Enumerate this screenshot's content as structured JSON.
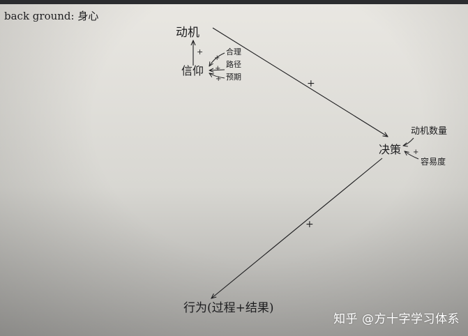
{
  "nodes": {
    "background": "back ground: 身心",
    "motivation": "动机",
    "belief": "信仰",
    "rational": "合理",
    "path": "路径",
    "expectation": "预期",
    "decision": "决策",
    "motive_count": "动机数量",
    "ease": "容易度",
    "behavior": "行为(过程+结果)"
  },
  "signs": {
    "plus": "+"
  },
  "watermark": "知乎 @方十字学习体系",
  "colors": {
    "ink": "#1d1d1f",
    "paper": "#e4e3de"
  }
}
